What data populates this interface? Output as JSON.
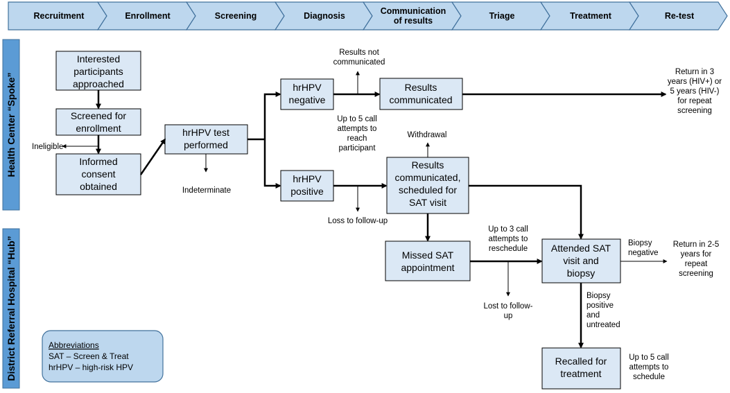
{
  "phases": [
    "Recruitment",
    "Enrollment",
    "Screening",
    "Diagnosis",
    "Communication of results",
    "Triage",
    "Treatment",
    "Re-test"
  ],
  "sidebars": {
    "spoke": "Health Center “Spoke”",
    "hub": "District Referral Hospital “Hub”"
  },
  "boxes": {
    "approached": "Interested participants approached",
    "screened": "Screened for enrollment",
    "consent": "Informed consent obtained",
    "hrhpv_test": "hrHPV test performed",
    "negative": "hrHPV negative",
    "positive": "hrHPV positive",
    "results_comm": "Results communicated",
    "results_sched": "Results communicated, scheduled for SAT visit",
    "missed": "Missed SAT appointment",
    "attended": "Attended SAT visit and biopsy",
    "recalled": "Recalled for treatment"
  },
  "notes": {
    "ineligible": "Ineligible",
    "indeterminate": "Indeterminate",
    "not_communicated": "Results not communicated",
    "up_to_5_reach": "Up to 5 call attempts to reach participant",
    "withdrawal": "Withdrawal",
    "loss_followup": "Loss to follow-up",
    "return_3_5": "Return in 3 years (HIV+) or 5 years (HIV-) for repeat screening",
    "up_to_3_resched": "Up to 3 call attempts to reschedule",
    "lost_followup": "Lost to follow-up",
    "biopsy_negative": "Biopsy negative",
    "return_2_5": "Return in 2-5 years for repeat screening",
    "biopsy_positive": "Biopsy positive and untreated",
    "up_to_5_schedule": "Up to 5 call attempts to schedule"
  },
  "abbreviations": {
    "heading": "Abbreviations",
    "sat": "SAT – Screen & Treat",
    "hrhpv": "hrHPV – high-risk HPV"
  }
}
